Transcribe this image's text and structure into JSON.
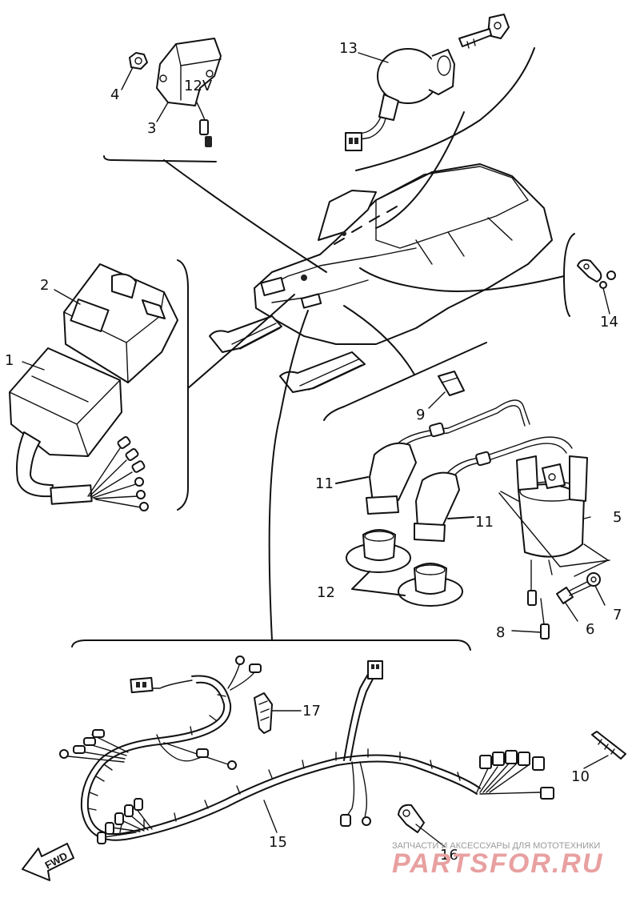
{
  "diagram": {
    "callouts": [
      "1",
      "2",
      "3",
      "4",
      "5",
      "6",
      "7",
      "8",
      "9",
      "10",
      "11",
      "11",
      "12",
      "13",
      "14",
      "15",
      "16",
      "17"
    ],
    "stamped_text": {
      "regulator": "12V",
      "arrow": "FWD"
    }
  },
  "watermark": {
    "tagline": "ЗАПЧАСТИ И АКСЕССУАРЫ ДЛЯ МОТОТЕХНИКИ",
    "brand": "PARTSFOR.RU"
  }
}
